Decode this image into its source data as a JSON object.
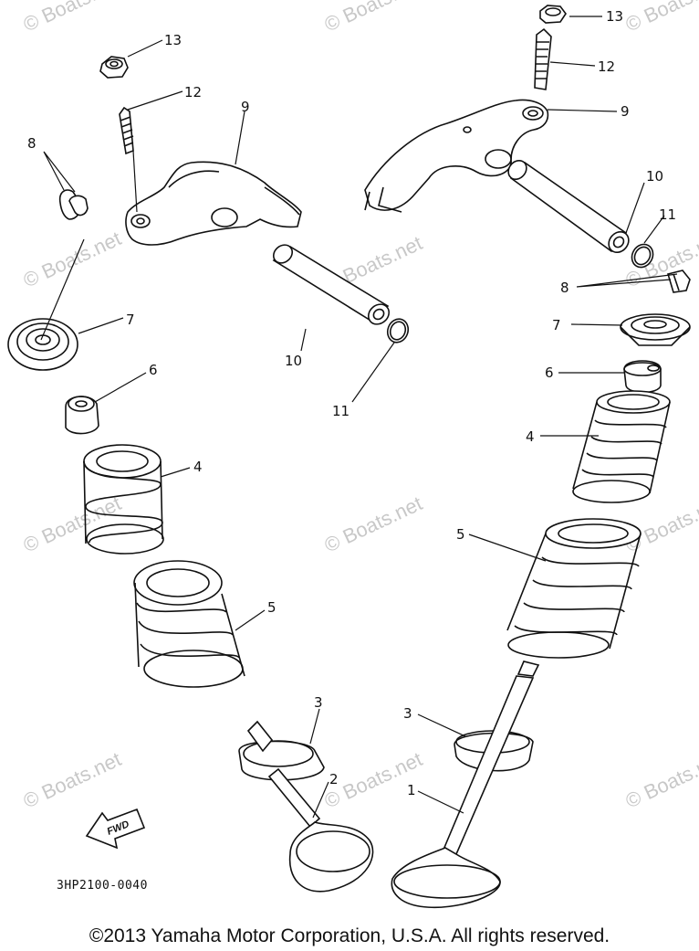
{
  "watermark": "© Boats.net",
  "diagram_code": "3HP2100-0040",
  "fwd_label": "FWD",
  "copyright": "©2013 Yamaha Motor Corporation, U.S.A. All rights reserved.",
  "callouts": {
    "c1": "1",
    "c2": "2",
    "c3_left": "3",
    "c3_right": "3",
    "c4_left": "4",
    "c4_right": "4",
    "c5_left": "5",
    "c5_right": "5",
    "c6_left": "6",
    "c6_right": "6",
    "c7_left": "7",
    "c7_right": "7",
    "c8_left": "8",
    "c8_right": "8",
    "c9_left": "9",
    "c9_right": "9",
    "c10_left": "10",
    "c10_right": "10",
    "c11_left": "11",
    "c11_right": "11",
    "c12_left": "12",
    "c12_right": "12",
    "c13_left": "13",
    "c13_right": "13"
  }
}
